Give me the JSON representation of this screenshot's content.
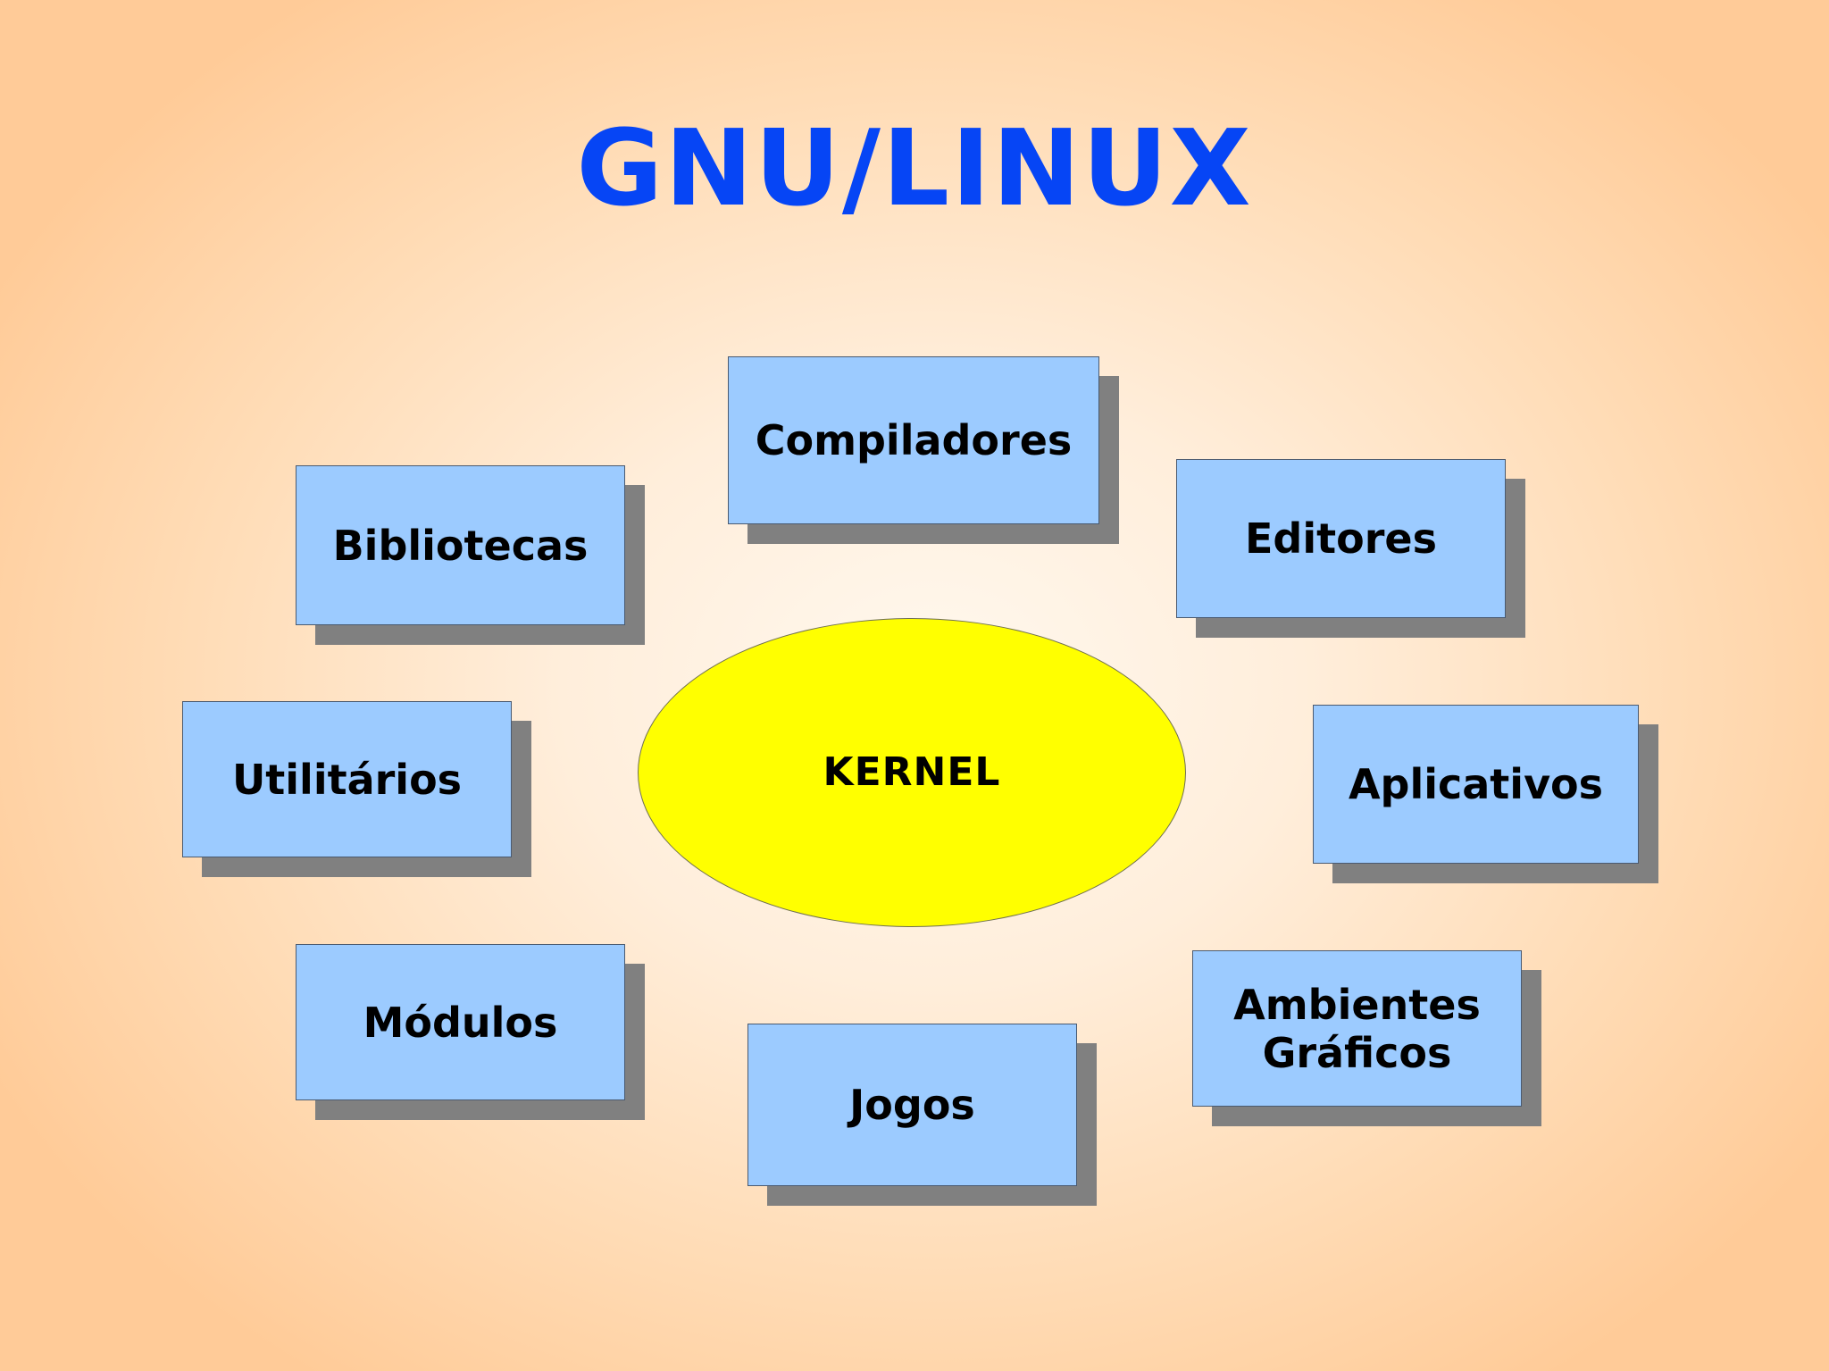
{
  "title": "GNU/LINUX",
  "center": {
    "label": "KERNEL",
    "color": "#ffff00"
  },
  "components": [
    {
      "id": "compiladores",
      "label": "Compiladores"
    },
    {
      "id": "bibliotecas",
      "label": "Bibliotecas"
    },
    {
      "id": "editores",
      "label": "Editores"
    },
    {
      "id": "utilitarios",
      "label": "Utilitários"
    },
    {
      "id": "aplicativos",
      "label": "Aplicativos"
    },
    {
      "id": "modulos",
      "label": "Módulos"
    },
    {
      "id": "ambientes",
      "label": "Ambientes\nGráficos"
    },
    {
      "id": "jogos",
      "label": "Jogos"
    }
  ],
  "colors": {
    "title": "#0645f5",
    "box_fill": "#9ccbff",
    "box_shadow": "#808080",
    "background_center": "#fff8ee",
    "background_edge": "#ffcb98"
  }
}
